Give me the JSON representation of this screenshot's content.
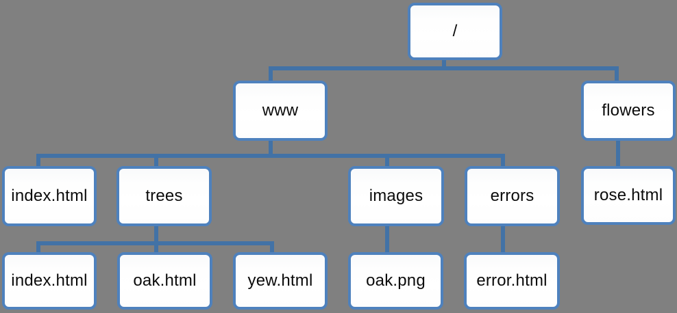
{
  "diagram": {
    "type": "tree",
    "description": "Filesystem hierarchy diagram",
    "colors": {
      "background": "#808080",
      "node_fill": "#fdfdfd",
      "node_border": "#4e81bd",
      "connector": "#4272a6",
      "text": "#0b0b0b"
    },
    "tree": {
      "label": "/",
      "children": [
        {
          "label": "www",
          "children": [
            {
              "label": "index.html"
            },
            {
              "label": "trees",
              "children": [
                {
                  "label": "index.html"
                },
                {
                  "label": "oak.html"
                },
                {
                  "label": "yew.html"
                }
              ]
            },
            {
              "label": "images",
              "children": [
                {
                  "label": "oak.png"
                }
              ]
            },
            {
              "label": "errors",
              "children": [
                {
                  "label": "error.html"
                }
              ]
            }
          ]
        },
        {
          "label": "flowers",
          "children": [
            {
              "label": "rose.html"
            }
          ]
        }
      ]
    }
  },
  "nodes": [
    {
      "id": "root",
      "label": "/"
    },
    {
      "id": "www",
      "label": "www"
    },
    {
      "id": "flowers",
      "label": "flowers"
    },
    {
      "id": "www-index-html",
      "label": "index.html"
    },
    {
      "id": "trees",
      "label": "trees"
    },
    {
      "id": "images",
      "label": "images"
    },
    {
      "id": "errors",
      "label": "errors"
    },
    {
      "id": "rose-html",
      "label": "rose.html"
    },
    {
      "id": "trees-index-html",
      "label": "index.html"
    },
    {
      "id": "oak-html",
      "label": "oak.html"
    },
    {
      "id": "yew-html",
      "label": "yew.html"
    },
    {
      "id": "oak-png",
      "label": "oak.png"
    },
    {
      "id": "error-html",
      "label": "error.html"
    }
  ]
}
